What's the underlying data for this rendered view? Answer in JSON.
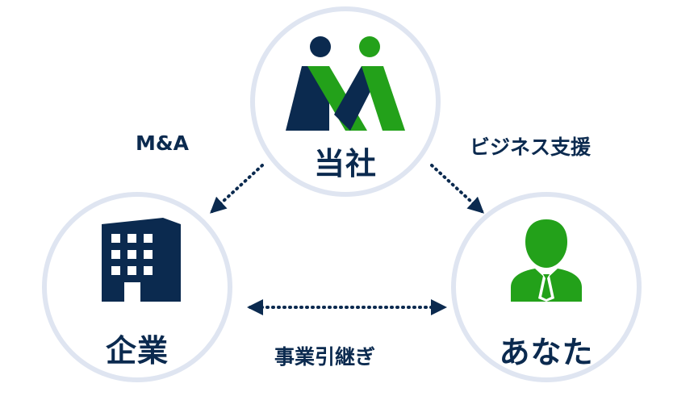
{
  "nodes": {
    "us": {
      "label": "当社"
    },
    "company": {
      "label": "企業"
    },
    "you": {
      "label": "あなた"
    }
  },
  "edges": {
    "ma": {
      "label": "M&A"
    },
    "support": {
      "label": "ビジネス支援"
    },
    "succession": {
      "label": "事業引継ぎ"
    }
  },
  "colors": {
    "navy": "#0b2a4f",
    "green": "#23a11a",
    "circle_border": "#dfe5f1"
  },
  "icons": {
    "us": "company-logo-icon",
    "company": "building-icon",
    "you": "businessperson-icon"
  }
}
